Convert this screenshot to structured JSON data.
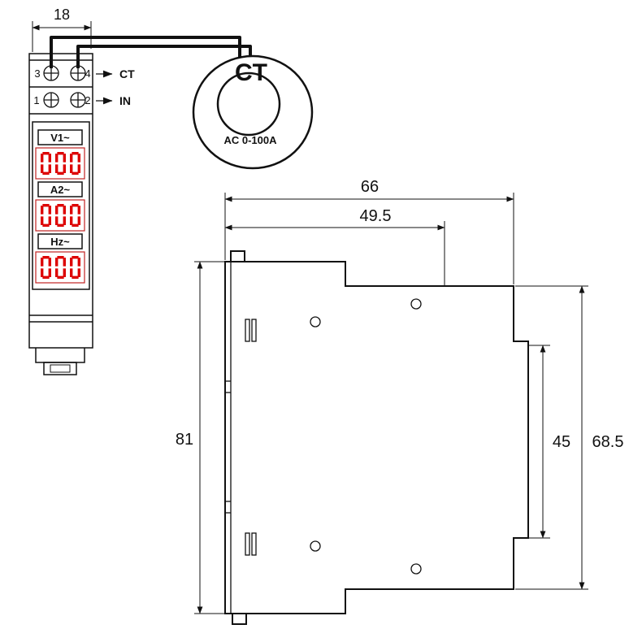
{
  "colors": {
    "line": "#111111",
    "display_red": "#dd0000",
    "display_border": "#c22222"
  },
  "front_view": {
    "width_dim": "18",
    "terminals": {
      "t3": "3",
      "t4": "4",
      "t1": "1",
      "t2": "2"
    },
    "ct_label": "CT",
    "in_label": "IN",
    "displays": [
      {
        "label": "V1~",
        "value": "000"
      },
      {
        "label": "A2~",
        "value": "000"
      },
      {
        "label": "Hz~",
        "value": "000"
      }
    ]
  },
  "ct_ring": {
    "title": "CT",
    "rating": "AC 0-100A"
  },
  "side_view": {
    "dim_total_width": "66",
    "dim_rail_width": "49.5",
    "dim_total_height": "81",
    "dim_step_height": "45",
    "dim_body_height": "68.5"
  }
}
